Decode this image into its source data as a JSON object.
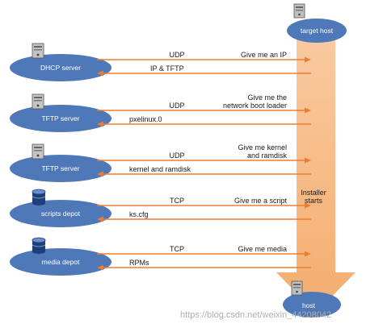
{
  "diagram": {
    "target_host_label": "target host",
    "bottom_host_label": "host",
    "installer_label": "Installer\nstarts",
    "servers": [
      {
        "label": "DHCP server",
        "icon": "server-tower-icon",
        "protocol": "UDP",
        "request": "Give me an IP",
        "response": "IP & TFTP"
      },
      {
        "label": "TFTP server",
        "icon": "server-tower-icon",
        "protocol": "UDP",
        "request": "Give me the\nnetwork boot loader",
        "response": "pxelinux.0"
      },
      {
        "label": "TFTP server",
        "icon": "server-tower-icon",
        "protocol": "UDP",
        "request": "Give me kernel\nand ramdisk",
        "response": "kernel and ramdisk"
      },
      {
        "label": "scripts depot",
        "icon": "database-icon",
        "protocol": "TCP",
        "request": "Give me a script",
        "response": "ks.cfg"
      },
      {
        "label": "media depot",
        "icon": "database-icon",
        "protocol": "TCP",
        "request": "Give me media",
        "response": "RPMs"
      }
    ],
    "watermark": "https://blog.csdn.net/weixin_44208042",
    "colors": {
      "node_fill": "#4f78b8",
      "arrow": "#ee7d2f",
      "flow_band": "#f6b077"
    }
  }
}
